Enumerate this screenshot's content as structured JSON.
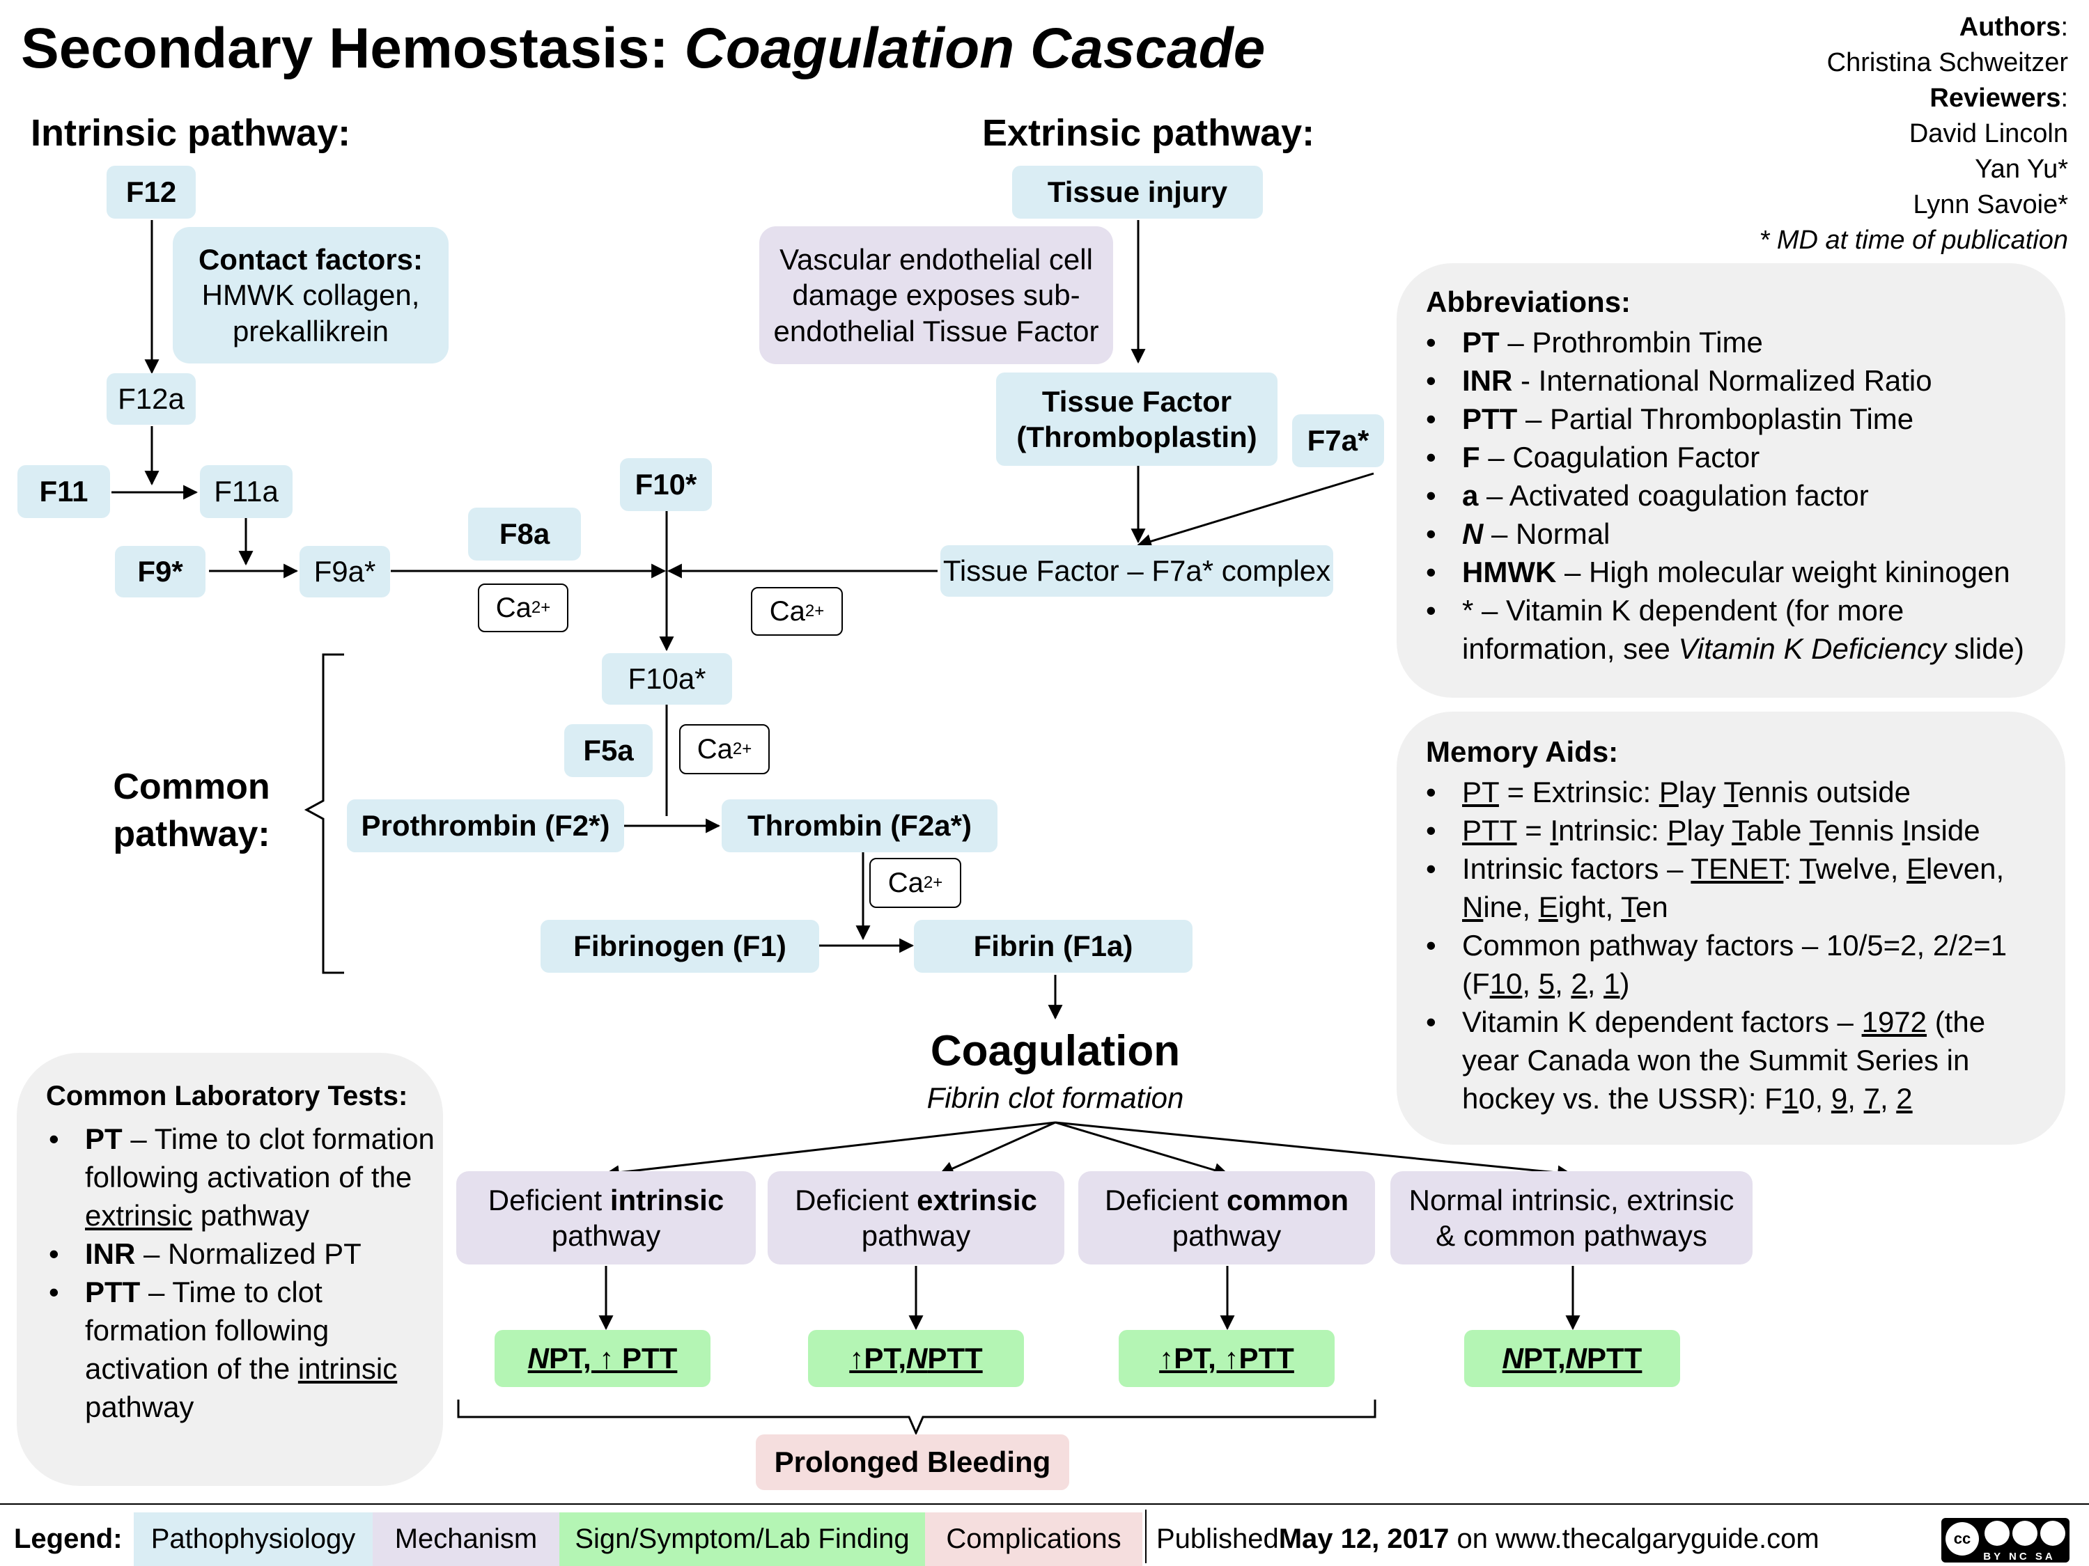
{
  "title": {
    "prefix": "Secondary Hemostasis: ",
    "italic": "Coagulation Cascade"
  },
  "credits": {
    "authors_label": "Authors",
    "author_1": "Christina Schweitzer",
    "reviewers_label": "Reviewers",
    "reviewer_1": "David Lincoln",
    "reviewer_2": "Yan Yu*",
    "reviewer_3": "Lynn Savoie*",
    "note": "* MD at time of publication"
  },
  "intrinsic": {
    "heading": "Intrinsic pathway:",
    "f12": "F12",
    "f12a": "F12a",
    "f11": "F11",
    "f11a": "F11a",
    "f9": "F9*",
    "f9a": "F9a*",
    "contact_title": "Contact factors:",
    "contact_line1": "HMWK collagen,",
    "contact_line2": "prekallikrein",
    "f8a": "F8a"
  },
  "extrinsic": {
    "heading": "Extrinsic pathway:",
    "tissue_injury": "Tissue injury",
    "vascular_line1": "Vascular endothelial cell",
    "vascular_line2": "damage exposes sub-",
    "vascular_line3": "endothelial Tissue Factor",
    "tf_line1": "Tissue Factor",
    "tf_line2": "(Thromboplastin)",
    "f7a": "F7a*",
    "complex": "Tissue Factor – F7a* complex"
  },
  "common": {
    "label_line1": "Common",
    "label_line2": "pathway:",
    "f10": "F10*",
    "f10a": "F10a*",
    "f5a": "F5a",
    "prothrombin": "Prothrombin (F2*)",
    "thrombin": "Thrombin (F2a*)",
    "fibrinogen": "Fibrinogen (F1)",
    "fibrin": "Fibrin (F1a)",
    "ca_base": "Ca",
    "ca_sup": "2+"
  },
  "coagulation": {
    "title": "Coagulation",
    "subtitle": "Fibrin clot formation"
  },
  "outcomes": [
    {
      "pre": "Deficient ",
      "bold": "intrinsic",
      "line2": "pathway",
      "r1": "N",
      "r2": " PT, ↑ PTT",
      "r3": ""
    },
    {
      "pre": "Deficient ",
      "bold": "extrinsic",
      "line2": "pathway",
      "r1": "",
      "r2": "↑PT, ",
      "r3": "N",
      "r4": " PTT"
    },
    {
      "pre": "Deficient ",
      "bold": "common",
      "line2": "pathway",
      "r1": "",
      "r2": "↑PT, ↑PTT",
      "r3": ""
    },
    {
      "line1": "Normal intrinsic, extrinsic",
      "line2": "& common pathways",
      "r1": "N",
      "r2": " PT, ",
      "r3": "N",
      "r4": " PTT"
    }
  ],
  "prolonged_bleeding": "Prolonged Bleeding",
  "lab_tests": {
    "heading": "Common Laboratory Tests:",
    "pt_term": "PT",
    "pt_a": " – Time to clot formation following activation of the ",
    "pt_u": "extrinsic",
    "pt_b": " pathway",
    "inr_term": "INR",
    "inr_text": " – Normalized PT",
    "ptt_term": "PTT",
    "ptt_a": " – Time to clot formation following activation of the ",
    "ptt_u": "intrinsic",
    "ptt_b": " pathway"
  },
  "abbreviations": {
    "heading": "Abbreviations:",
    "items": [
      {
        "term": "PT",
        "text": " – Prothrombin Time"
      },
      {
        "term": "INR",
        "text": " - International Normalized Ratio"
      },
      {
        "term": "PTT",
        "text": " – Partial Thromboplastin Time"
      },
      {
        "term": "F",
        "text": " – Coagulation Factor"
      },
      {
        "term": "a",
        "text": " – Activated coagulation factor"
      },
      {
        "term": "N",
        "text": " – Normal"
      },
      {
        "term": "HMWK",
        "text": " – High molecular weight kininogen"
      }
    ],
    "vitk_a": "* – Vitamin K dependent  (for more information, see ",
    "vitk_i": "Vitamin K Deficiency",
    "vitk_b": " slide)"
  },
  "memory": {
    "heading": "Memory Aids:",
    "m1": {
      "u1": "PT",
      "t1": " = Extrinsic: ",
      "u2": "P",
      "t2": "lay ",
      "u3": "T",
      "t3": "ennis outside"
    },
    "m2": {
      "u1": "PTT",
      "t1": " = ",
      "u2": "I",
      "t2": "ntrinsic: ",
      "u3": "P",
      "t3": "lay ",
      "u4": "T",
      "t4": "able ",
      "u5": "T",
      "t5": "ennis ",
      "u6": "I",
      "t6": "nside"
    },
    "m3": {
      "t0": "Intrinsic factors – ",
      "u0": "TENET",
      "t1": ": ",
      "u1": "T",
      "t2": "welve, ",
      "u2": "E",
      "t3": "leven, ",
      "u3": "N",
      "t4": "ine, ",
      "u4": "E",
      "t5": "ight, ",
      "u5": "T",
      "t6": "en"
    },
    "m4": {
      "t0": "Common pathway factors – 10/5=2, 2/2=1 (F",
      "u1": "10",
      "t1": ", ",
      "u2": "5",
      "t2": ", ",
      "u3": "2",
      "t3": ", ",
      "u4": "1",
      "t4": ")"
    },
    "m5": {
      "t0": "Vitamin K dependent factors – ",
      "u0": "1972",
      "t1": " (the year Canada won the Summit Series in hockey vs. the USSR): F",
      "u1": "1",
      "t2": "0, ",
      "u2": "9",
      "t3": ", ",
      "u3": "7",
      "t4": ", ",
      "u4": "2"
    }
  },
  "legend": {
    "label": "Legend:",
    "pathophysiology": "Pathophysiology",
    "mechanism": "Mechanism",
    "sign": "Sign/Symptom/Lab Finding",
    "complications": "Complications",
    "published_pre": "Published ",
    "published_date": "May 12, 2017",
    "published_post": " on www.thecalgaryguide.com",
    "license": "BY NC SA"
  },
  "colors": {
    "pathophysiology": "#daedf4",
    "mechanism": "#e5e0ee",
    "sign": "#b4f5b4",
    "complications": "#f5dede",
    "panel": "#f0f0f0"
  }
}
